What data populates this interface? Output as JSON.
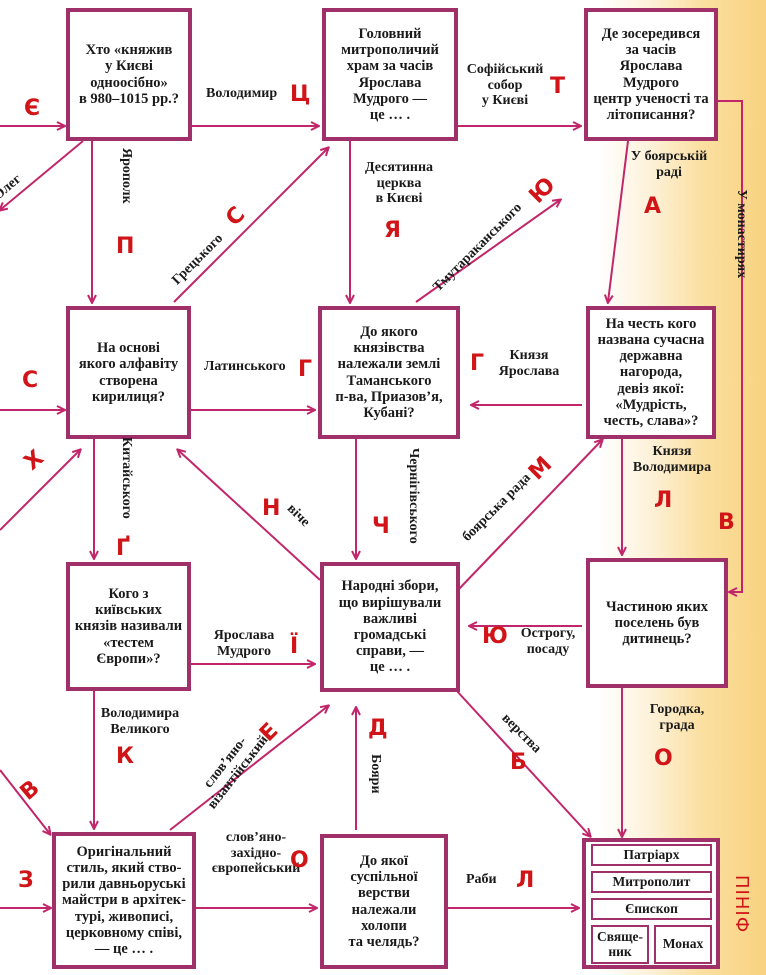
{
  "boxes": {
    "b1": "Хто «княжив\nу Києві\nодноосібно»\nв 980–1015 рр.?",
    "b2": "Головний\nмитрополичий\nхрам за часів\nЯрослава\nМудрого —\nце … .",
    "b3": "Де зосередився\nза часів\nЯрослава\nМудрого\nцентр ученості та\nлітописання?",
    "b4": "На основі\nякого алфавіту\nстворена\nкирилиця?",
    "b5": "До якого\nкнязівства\nналежали землі\nТаманського\nп-ва, Приазов’я,\nКубані?",
    "b6": "На честь кого\nназвана сучасна\nдержавна\nнагорода,\nдевіз якої:\n«Мудрість,\nчесть, слава»?",
    "b7": "Кого з київських\nкнязів називали\n«тестем\nЄвропи»?",
    "b8": "Народні збори,\nщо вирішували\nважливі\nгромадські\nсправи, —\nце … .",
    "b9": "Частиною яких\nпоселень був\nдитинець?",
    "b10": "Оригінальний\nстиль, який ство-\nрили давньоруські\nмайстри в архітек-\nтурі, живописі,\nцерковному співі,\n— це … .",
    "b11": "До якої\nсуспільної\nверстви\nналежали холопи\nта челядь?"
  },
  "hierarchy": {
    "patriarch": "Патріарх",
    "metropolitan": "Митрополит",
    "bishop": "Єпископ",
    "priest": "Свяще-\nник",
    "monk": "Монах",
    "brand": "ПІНІФ"
  },
  "answers": {
    "volodymyr": "Володимир",
    "sofia": "Софійський\nсобор\nу Києві",
    "oleg": "Олег",
    "yaropolk": "Ярополк",
    "desyatynna": "Десятинна\nцерква\nв Києві",
    "boyar_council": "У боярській\nраді",
    "monasteries": "У монастирях",
    "greek": "Грецького",
    "tmutarakan": "Тмутараканського",
    "latin": "Латинського",
    "prince_yaroslav": "Князя\nЯрослава",
    "chinese": "Китайського",
    "chernihiv": "Чернігівського",
    "prince_volodymyr": "Князя\nВолодимира",
    "viche": "віче",
    "boyar_rada": "боярська рада",
    "yaroslav_wise": "Ярослава\nМудрого",
    "ostrog": "Острогу,\nпосаду",
    "volodymyr_great": "Володимира\nВеликого",
    "slav_byz": "слов’яно-\nвізантійський",
    "boyars": "Бояри",
    "verstva": "верства",
    "gorodka": "Городка,\nграда",
    "slav_west": "слов’яно-\nзахідно-\nєвропейський",
    "slaves": "Раби"
  },
  "letters": {
    "ye1": "Є",
    "ts": "Ц",
    "t": "Т",
    "p": "П",
    "ya": "Я",
    "a": "А",
    "s1": "С",
    "s2": "С",
    "yu1": "Ю",
    "g1": "Г",
    "g2": "Г",
    "kh": "Х",
    "ge": "Ґ",
    "ch": "Ч",
    "n": "Н",
    "m": "М",
    "l1": "Л",
    "v1": "В",
    "yi": "Ї",
    "yu2": "Ю",
    "k": "К",
    "ye2": "Е",
    "d": "Д",
    "b": "Б",
    "o1": "О",
    "v2": "В",
    "z": "З",
    "o2": "О",
    "l2": "Л"
  },
  "colors": {
    "box_border": "#a0306a",
    "arrow": "#c2266a",
    "letter": "#d01418",
    "background_accent": "#f8d27f"
  }
}
